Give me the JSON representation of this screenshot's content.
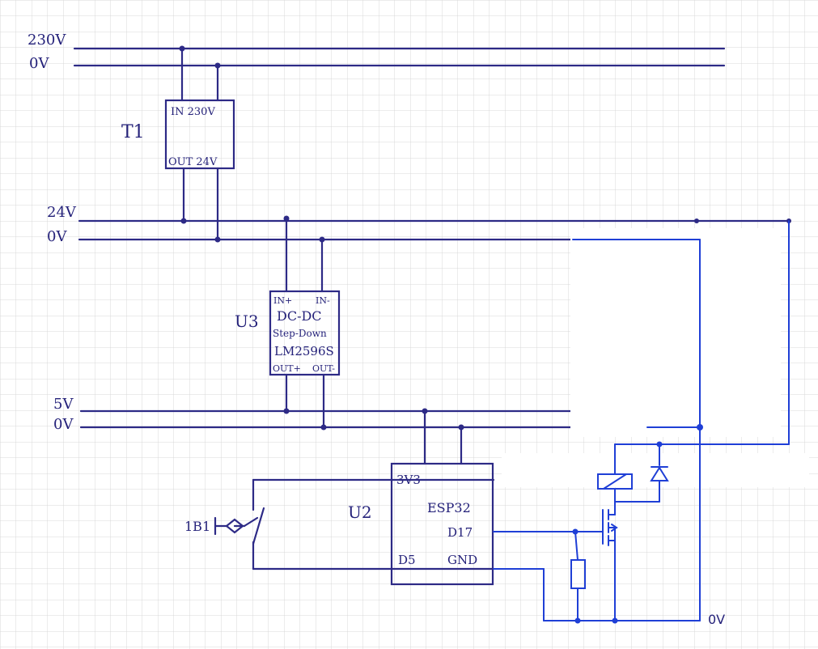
{
  "rails": {
    "mains_live": "230V",
    "mains_zero": "0V",
    "rail24": "24V",
    "rail24_zero": "0V",
    "rail5": "5V",
    "rail5_zero": "0V"
  },
  "transformer": {
    "ref": "T1",
    "in_label": "IN 230V",
    "out_label": "OUT 24V"
  },
  "converter": {
    "ref": "U3",
    "pin_in_plus": "IN+",
    "pin_in_minus": "IN-",
    "line1": "DC-DC",
    "line2": "Step-Down",
    "line3": "LM2596S",
    "pin_out_plus": "OUT+",
    "pin_out_minus": "OUT-"
  },
  "mcu": {
    "ref": "U2",
    "name": "ESP32",
    "pin_3v3": "3V3",
    "pin_d17": "D17",
    "pin_d5": "D5",
    "pin_gnd": "GND"
  },
  "button": {
    "ref": "1B1"
  },
  "ground_label": "0V",
  "colors": {
    "ink": "#2d2a86",
    "added_circuit": "#1f3fd6",
    "grid": "#d9d9d9"
  }
}
